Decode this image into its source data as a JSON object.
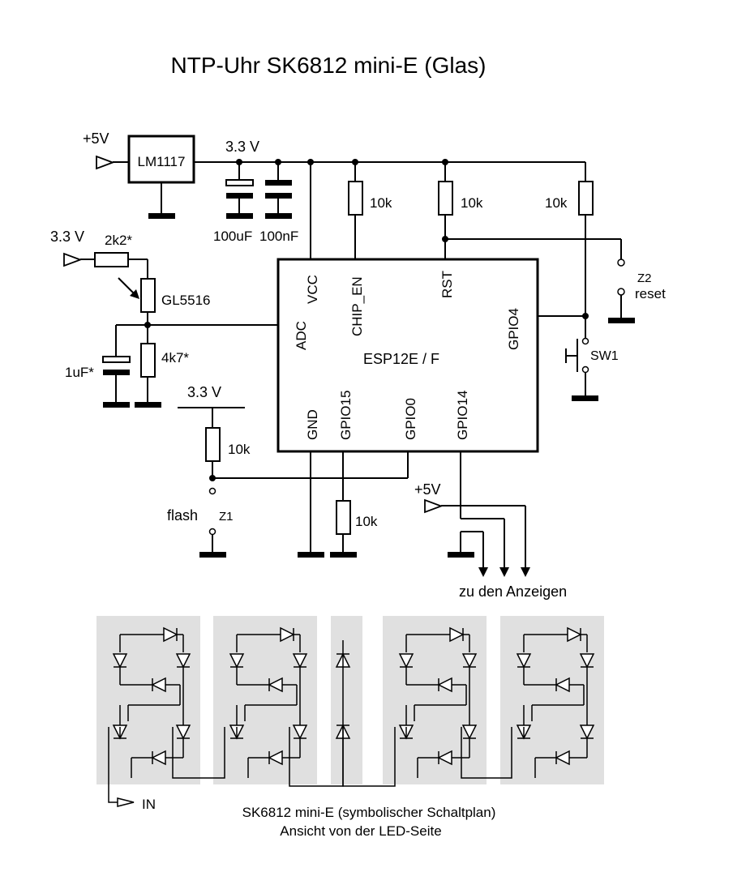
{
  "title": "NTP-Uhr SK6812 mini-E (Glas)",
  "labels": {
    "plus5v_top": "+5V",
    "v33_rail": "3.3 V",
    "regulator": "LM1117",
    "cap_100u": "100uF",
    "cap_100n": "100nF",
    "r_chip_en": "10k",
    "r_rst": "10k",
    "r_gpio4": "10k",
    "v33_ldr": "3.3 V",
    "r_2k2": "2k2*",
    "ldr": "GL5516",
    "r_4k7": "4k7*",
    "cap_1u": "1uF*",
    "v33_flash": "3.3 V",
    "r_flash": "10k",
    "flash": "flash",
    "z1": "Z1",
    "r_gpio15": "10k",
    "plus5v_led": "+5V",
    "z2": "Z2",
    "reset": "reset",
    "sw1": "SW1",
    "to_displays": "zu den Anzeigen",
    "in": "IN",
    "caption_line1": "SK6812 mini-E (symbolischer Schaltplan)",
    "caption_line2": "Ansicht von der LED-Seite"
  },
  "chip": {
    "name": "ESP12E / F",
    "pins": {
      "vcc": "VCC",
      "adc": "ADC",
      "chip_en": "CHIP_EN",
      "rst": "RST",
      "gpio4": "GPIO4",
      "gnd": "GND",
      "gpio15": "GPIO15",
      "gpio0": "GPIO0",
      "gpio14": "GPIO14"
    }
  }
}
